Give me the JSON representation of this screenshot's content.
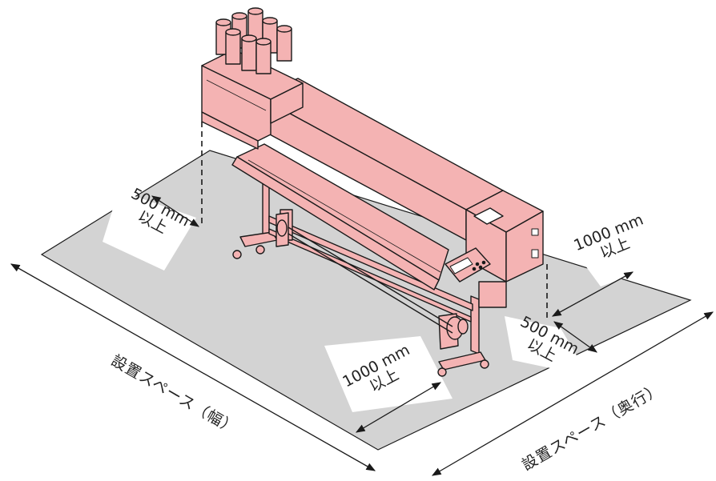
{
  "labels": {
    "left_clearance": {
      "value": "500 mm",
      "note": "以上"
    },
    "right_side_clearance": {
      "value": "1000 mm",
      "note": "以上"
    },
    "right_front_clearance": {
      "value": "500 mm",
      "note": "以上"
    },
    "front_clearance": {
      "value": "1000 mm",
      "note": "以上"
    },
    "width_dimension": "設置スペース（幅）",
    "depth_dimension": "設置スペース（奥行）"
  },
  "colors": {
    "floor": "#d3d3d3",
    "clearance_tag": "#ffffff",
    "printer_body": "#f4b3b3",
    "outline": "#1a1a1a"
  }
}
